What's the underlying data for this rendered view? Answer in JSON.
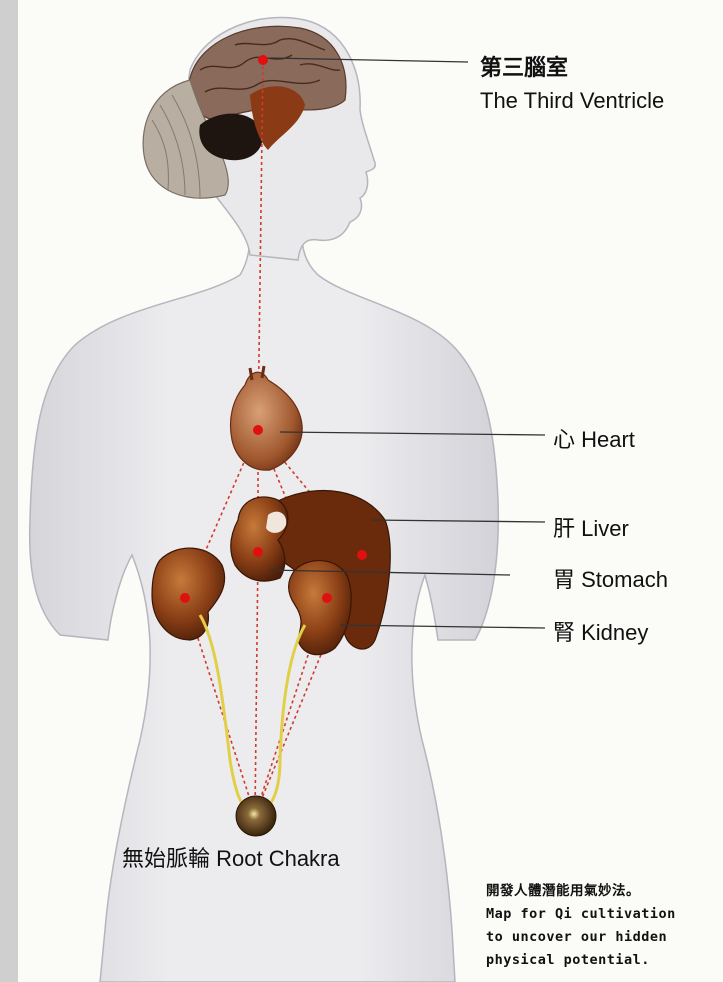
{
  "labels": {
    "third_ventricle_zh": "第三腦室",
    "third_ventricle_en": "The Third Ventricle",
    "heart": "心 Heart",
    "liver": "肝 Liver",
    "stomach": "胃 Stomach",
    "kidney": "腎 Kidney",
    "root_chakra": "無始脈輪 Root Chakra"
  },
  "caption": {
    "line1": "開發人體潛能用氣妙法。",
    "line2": "Map for Qi cultivation",
    "line3": "to uncover our hidden",
    "line4": "physical potential."
  },
  "colors": {
    "skin": "#e3e3e6",
    "outline": "#b9b9c0",
    "organ": "#7a3512",
    "organ_dark": "#4a1d08",
    "point": "#e01010",
    "dotted_line": "#d23a2a",
    "nerve": "#e2cf48",
    "leader": "#333333"
  }
}
